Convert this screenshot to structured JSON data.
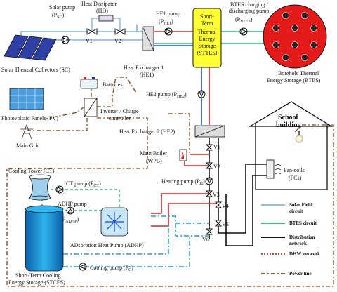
{
  "solar_pump": "Solar pump",
  "solar_pump_sym": "(P",
  "solar_pump_sub": "SC",
  "heat_dissipator": "Heat Dissipator",
  "heat_dissipator_sym": "(HD)",
  "v1": "V1",
  "v2": "V2",
  "he1_pump": "HE1 pump",
  "he1_pump_sym": "(P",
  "he1_pump_sub": "HE1",
  "sttes_line1": "Short-",
  "sttes_line2": "Term",
  "sttes_line3": "Thermal",
  "sttes_line4": "Energy",
  "sttes_line5": "Storage",
  "sttes_line6": "(STTES)",
  "btes_pump_l1": "BTES charging /",
  "btes_pump_l2": "discharging pump",
  "btes_pump_sym": "(P",
  "btes_pump_sub": "BTES",
  "sc_label": "Solar Thermal Collectors (SC)",
  "he1_label_l1": "Heat Exchanger 1",
  "he1_label_l2": "(HE1)",
  "btes_label_l1": "Borehole Thermal",
  "btes_label_l2": "Energy Storage (BTES)",
  "batteries": "Batteries",
  "he2_pump": "HE2 pump (P",
  "he2_pump_sub": "HE2",
  "pv_label": "Photovoltaic Panels (PV)",
  "inverter_l1": "Inverter / Charge",
  "inverter_l2": "controller",
  "main_grid": "Main Grid",
  "he2_label": "Heat Exchanger 2 (HE2)",
  "school_l1": "School",
  "school_l2": "building",
  "main_boiler_l1": "Main Boiler",
  "main_boiler_l2": "(WPB)",
  "v3": "V3",
  "v4": "V4",
  "v5": "V5",
  "v6": "V6",
  "cooling_tower": "Cooling Tower (CT)",
  "ct_pump": "CT pump (P",
  "ct_pump_sub": "CT",
  "heating_pump": "Heating pump (P",
  "heating_pump_sub": "H",
  "fancoils_l1": "Fan-coils",
  "fancoils_l2": "(FCs)",
  "adhp_pump_l1": "ADHP pump",
  "adhp_pump_sym": "(P",
  "adhp_pump_sub": "ADHP",
  "adhp_label": "ADsorption Heat Pump (ADHP)",
  "stces_l1": "Short-Term Cooling",
  "stces_l2": "Energy Storage (STCES)",
  "cooling_pump": "Cooling pump (P",
  "cooling_pump_sub": "C",
  "legend": [
    {
      "label_l1": "Solar Field",
      "label_l2": "circuit",
      "color": "#7eb6de"
    },
    {
      "label_l1": "BTES circuit",
      "label_l2": "",
      "color": "#2bb673"
    },
    {
      "label_l1": "Distribution",
      "label_l2": "network",
      "color": "#111111"
    },
    {
      "label_l1": "DHW network",
      "label_l2": "",
      "color": "#e02020"
    },
    {
      "label_l1": "Power line",
      "label_l2": "",
      "color": "#8b4513"
    }
  ],
  "colors": {
    "solar": "#7eb6de",
    "btes": "#2bb673",
    "dist": "#111111",
    "dhw": "#e02020",
    "hot": "#e02020",
    "blue": "#1f4fd0",
    "power": "#8b4513",
    "sttes_fill": "#ffff33",
    "btes_fill": "#e31b1b",
    "stces_fill": "#1aa0e0"
  }
}
